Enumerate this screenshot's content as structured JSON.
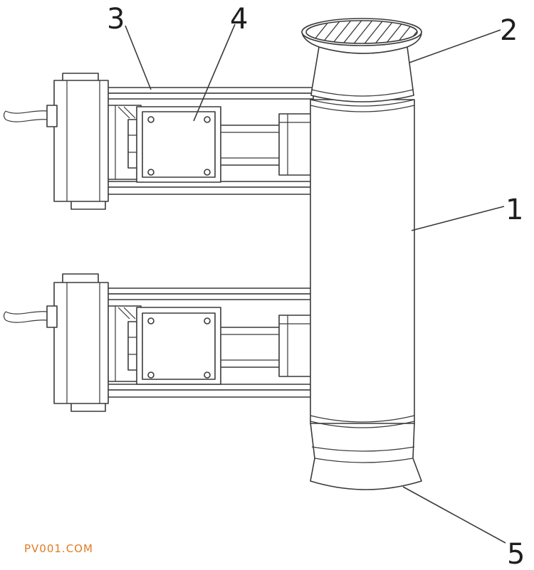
{
  "callouts": {
    "c1": "1",
    "c2": "2",
    "c3": "3",
    "c4": "4",
    "c5": "5"
  },
  "watermark": {
    "text": "PV001.COM",
    "color": "#e07b20"
  }
}
